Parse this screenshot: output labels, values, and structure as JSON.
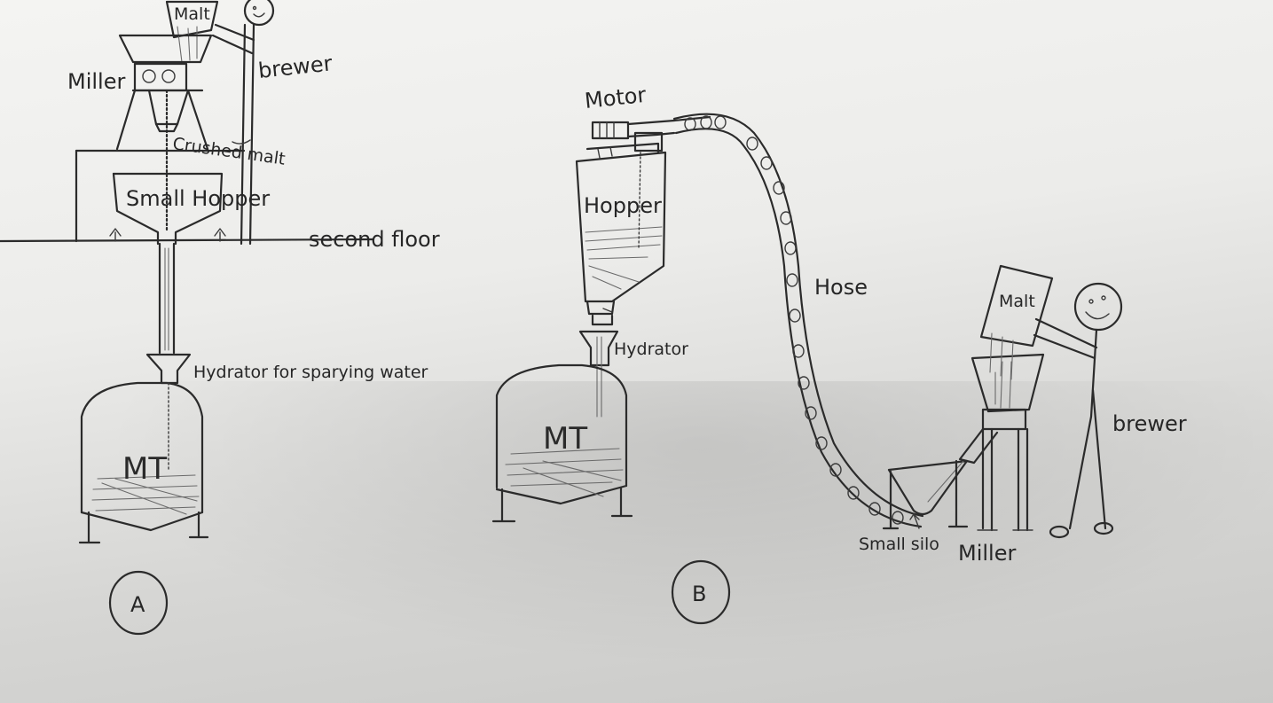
{
  "diagram_a": {
    "marker": "A",
    "labels": {
      "malt": "Malt",
      "miller": "Miller",
      "brewer": "brewer",
      "crushed_malt": "Crushed malt",
      "small_hopper": "Small Hopper",
      "second_floor": "second floor",
      "hydrator": "Hydrator for sparying water",
      "mash_tun": "MT"
    }
  },
  "diagram_b": {
    "marker": "B",
    "labels": {
      "motor": "Motor",
      "hopper": "Hopper",
      "hydrator": "Hydrator",
      "mash_tun": "MT",
      "hose": "Hose",
      "malt": "Malt",
      "brewer": "brewer",
      "small_silo": "Small silo",
      "miller": "Miller"
    }
  }
}
